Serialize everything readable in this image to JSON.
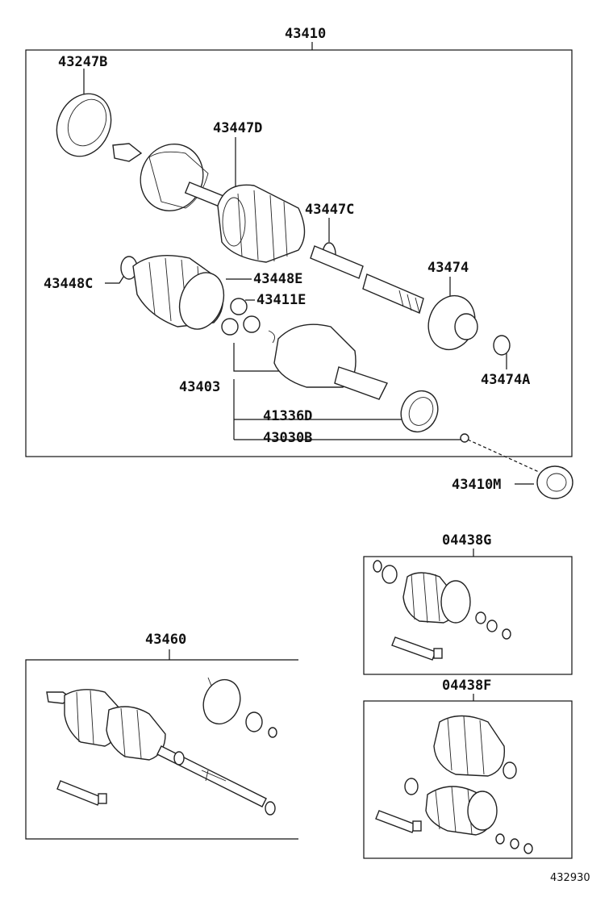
{
  "labels": {
    "main": "43410",
    "p43247B": "43247B",
    "p43447D": "43447D",
    "p43447C": "43447C",
    "p43474": "43474",
    "p43448C": "43448C",
    "p43448E": "43448E",
    "p43411E": "43411E",
    "p43403": "43403",
    "p41336D": "41336D",
    "p43030B": "43030B",
    "p43474A": "43474A",
    "p43410M": "43410M",
    "kitG": "04438G",
    "kitF": "04438F",
    "assy": "43460",
    "diagram_id": "432930"
  }
}
